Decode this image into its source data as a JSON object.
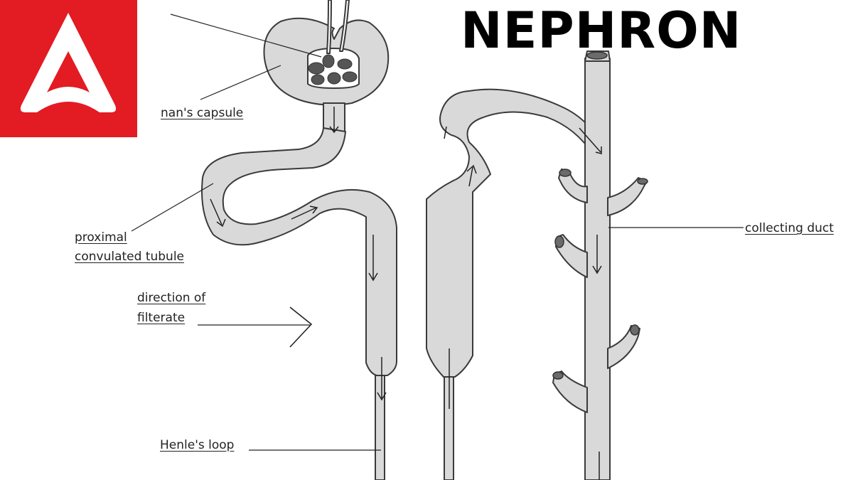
{
  "title": "NEPHRON",
  "colors": {
    "brand_red": "#e31b23",
    "tubule_fill": "#d9d9d9",
    "outline": "#3a3a3a",
    "glomerulus": "#555555"
  },
  "logo": {
    "icon": "triangle-a-logo-icon"
  },
  "labels": {
    "capsule": "nan's capsule",
    "pct_line1": "proximal",
    "pct_line2": "convulated tubule",
    "direction_line1": "direction of",
    "direction_line2": "filterate",
    "henle": "Henle's loop",
    "collecting": "collecting duct"
  }
}
